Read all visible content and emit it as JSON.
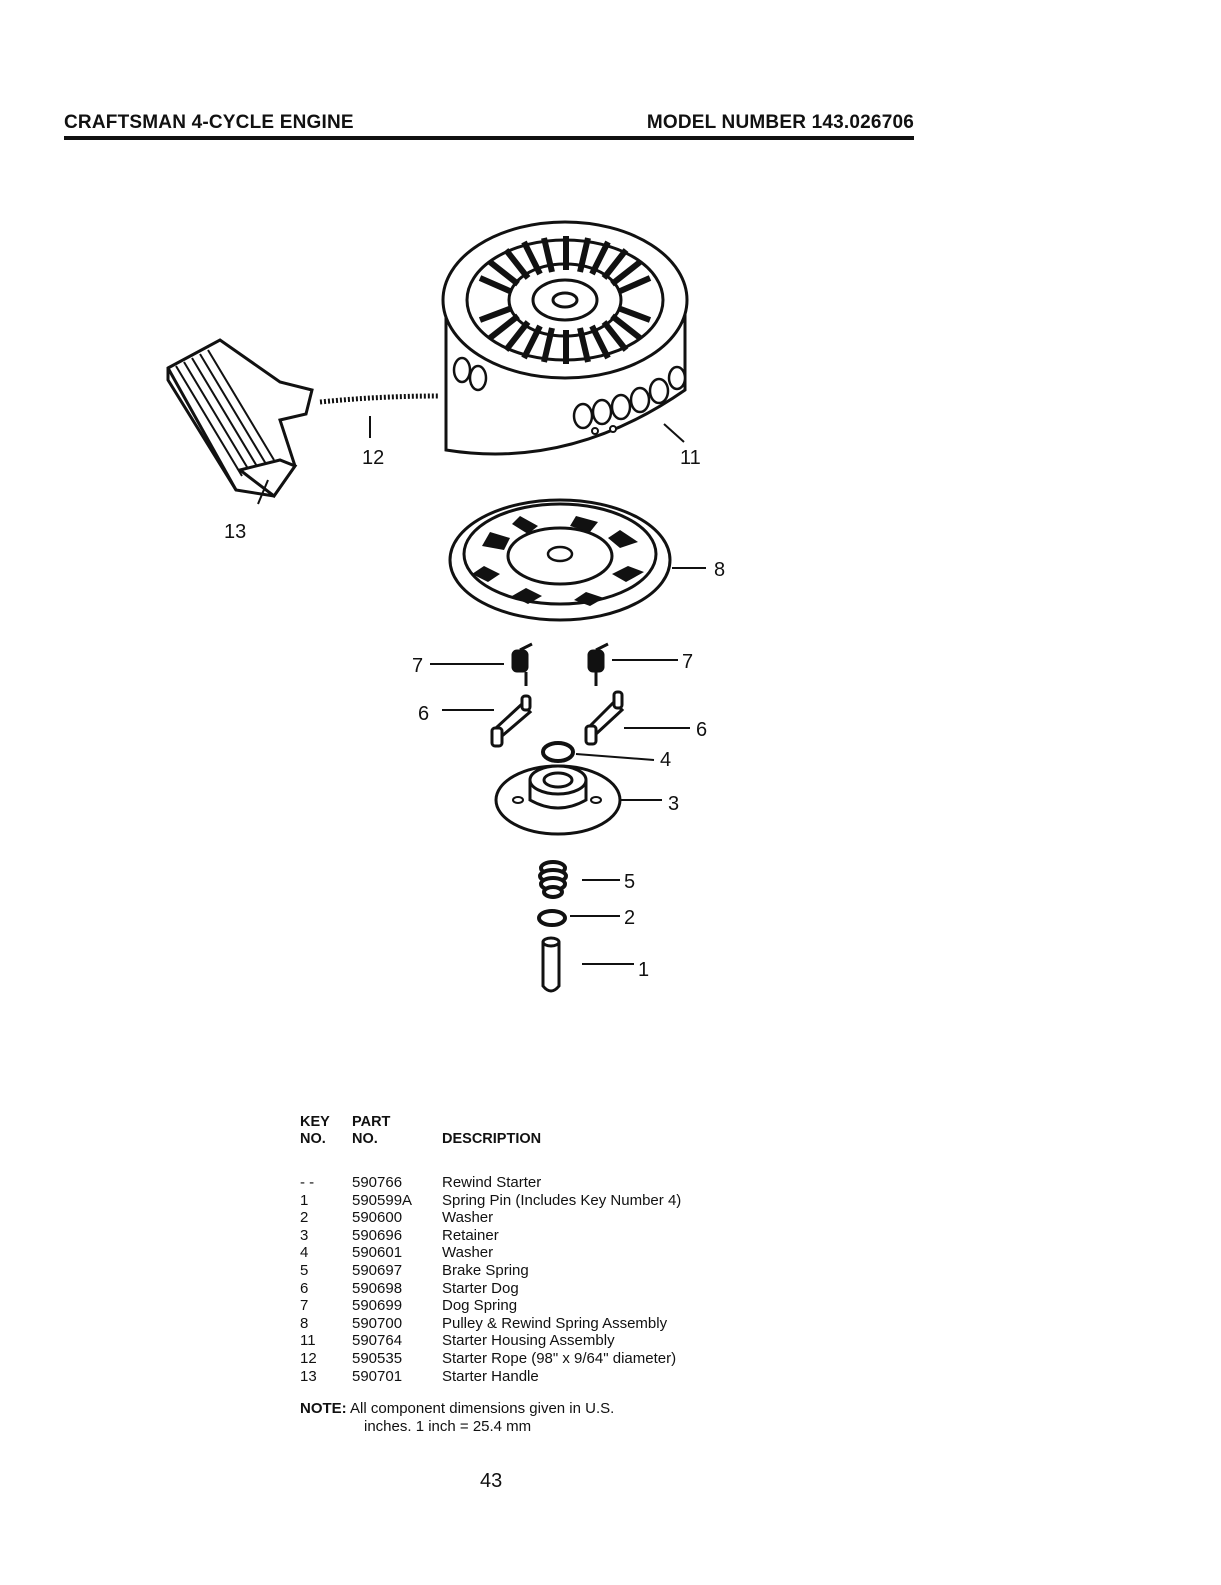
{
  "header": {
    "title": "CRAFTSMAN 4-CYCLE ENGINE",
    "model": "MODEL NUMBER 143.026706"
  },
  "diagram": {
    "callouts": [
      "13",
      "12",
      "11",
      "8",
      "7",
      "7",
      "6",
      "6",
      "4",
      "3",
      "5",
      "2",
      "1"
    ]
  },
  "parts_table": {
    "headers": {
      "key_line1": "KEY",
      "key_line2": "NO.",
      "part_line1": "PART",
      "part_line2": "NO.",
      "description": "DESCRIPTION"
    },
    "rows": [
      {
        "key": "- -",
        "part": "590766",
        "description": "Rewind Starter"
      },
      {
        "key": "1",
        "part": "590599A",
        "description": "Spring Pin (Includes Key Number 4)"
      },
      {
        "key": "2",
        "part": "590600",
        "description": "Washer"
      },
      {
        "key": "3",
        "part": "590696",
        "description": "Retainer"
      },
      {
        "key": "4",
        "part": "590601",
        "description": "Washer"
      },
      {
        "key": "5",
        "part": "590697",
        "description": "Brake Spring"
      },
      {
        "key": "6",
        "part": "590698",
        "description": "Starter Dog"
      },
      {
        "key": "7",
        "part": "590699",
        "description": "Dog Spring"
      },
      {
        "key": "8",
        "part": "590700",
        "description": "Pulley & Rewind Spring Assembly"
      },
      {
        "key": "11",
        "part": "590764",
        "description": "Starter Housing Assembly"
      },
      {
        "key": "12",
        "part": "590535",
        "description": "Starter Rope (98\" x 9/64\" diameter)"
      },
      {
        "key": "13",
        "part": "590701",
        "description": "Starter Handle"
      }
    ]
  },
  "note": {
    "label": "NOTE:",
    "line1": "All component dimensions given in U.S.",
    "line2": "inches.  1 inch = 25.4 mm"
  },
  "page_number": "43"
}
